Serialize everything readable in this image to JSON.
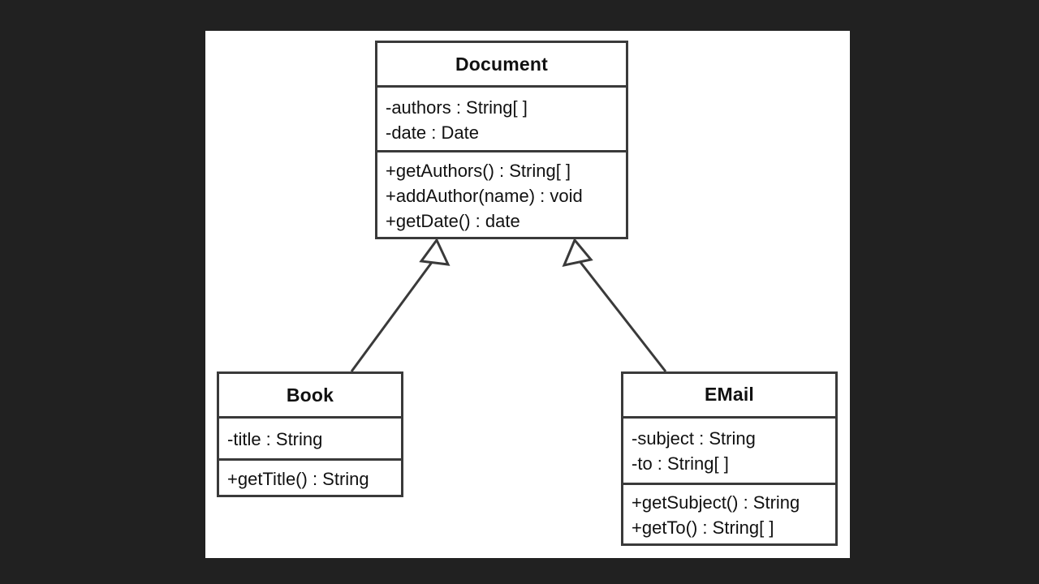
{
  "diagram": {
    "type": "uml-class-diagram",
    "canvas_background": "#ffffff",
    "page_background": "#212121",
    "line_color": "#3a3a3a",
    "text_color": "#111111",
    "classes": [
      {
        "id": "document",
        "name": "Document",
        "attributes": [
          "-authors : String[ ]",
          "-date : Date"
        ],
        "operations": [
          "+getAuthors() : String[ ]",
          "+addAuthor(name) : void",
          "+getDate() : date"
        ]
      },
      {
        "id": "book",
        "name": "Book",
        "attributes": [
          "-title : String"
        ],
        "operations": [
          "+getTitle() : String"
        ]
      },
      {
        "id": "email",
        "name": "EMail",
        "attributes": [
          "-subject : String",
          "-to : String[ ]"
        ],
        "operations": [
          "+getSubject() : String",
          "+getTo() : String[ ]"
        ]
      }
    ],
    "relationships": [
      {
        "id": "book-generalizes-document",
        "kind": "generalization",
        "from": "Book",
        "to": "Document",
        "arrow": "hollow-triangle"
      },
      {
        "id": "email-generalizes-document",
        "kind": "generalization",
        "from": "EMail",
        "to": "Document",
        "arrow": "hollow-triangle"
      }
    ]
  }
}
